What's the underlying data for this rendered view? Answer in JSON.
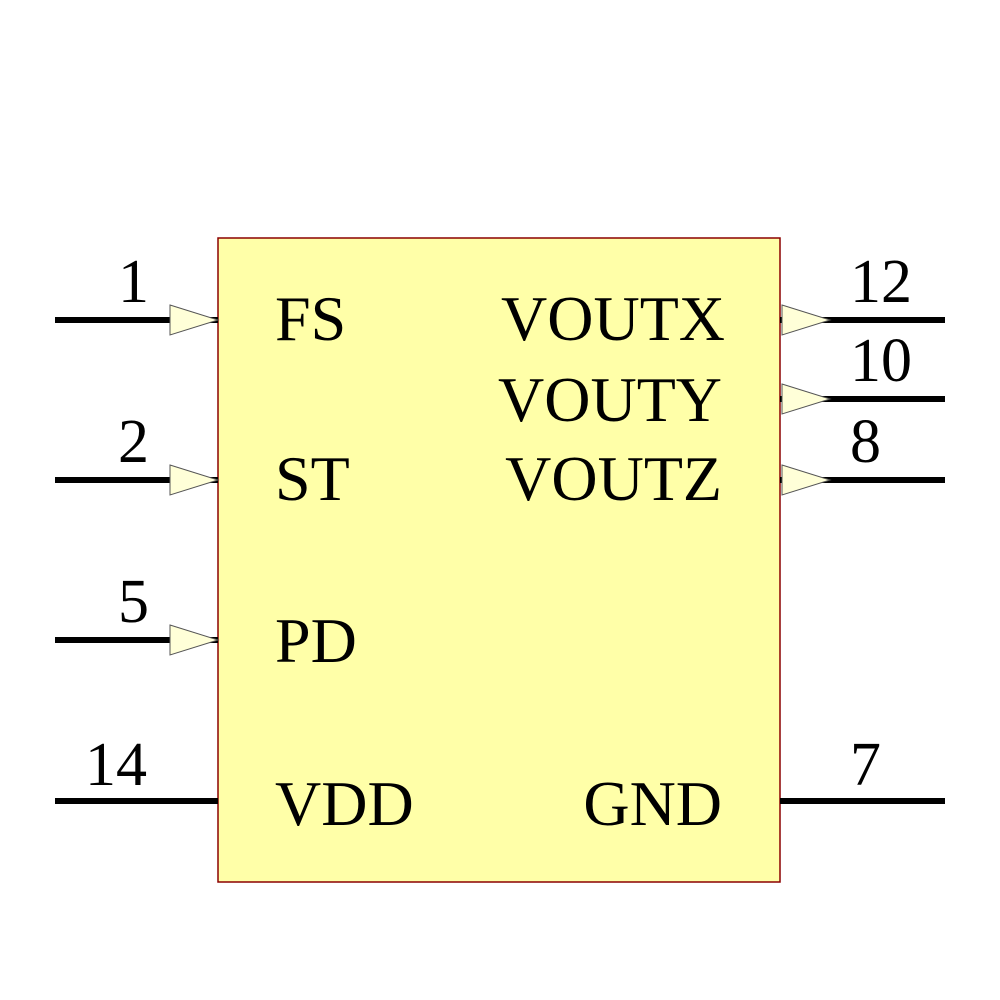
{
  "component": {
    "body_fill": "#ffffa8",
    "body_stroke": "#8b0000",
    "pin_color": "#000000",
    "arrow_fill": "#ffffd8"
  },
  "pins_left": [
    {
      "number": "1",
      "name": "FS",
      "input_arrow": true
    },
    {
      "number": "2",
      "name": "ST",
      "input_arrow": true
    },
    {
      "number": "5",
      "name": "PD",
      "input_arrow": true
    },
    {
      "number": "14",
      "name": "VDD",
      "input_arrow": false
    }
  ],
  "pins_right": [
    {
      "number": "12",
      "name": "VOUTX",
      "output_arrow": true
    },
    {
      "number": "10",
      "name": "VOUTY",
      "output_arrow": true
    },
    {
      "number": "8",
      "name": "VOUTZ",
      "output_arrow": true
    },
    {
      "number": "7",
      "name": "GND",
      "output_arrow": false
    }
  ]
}
